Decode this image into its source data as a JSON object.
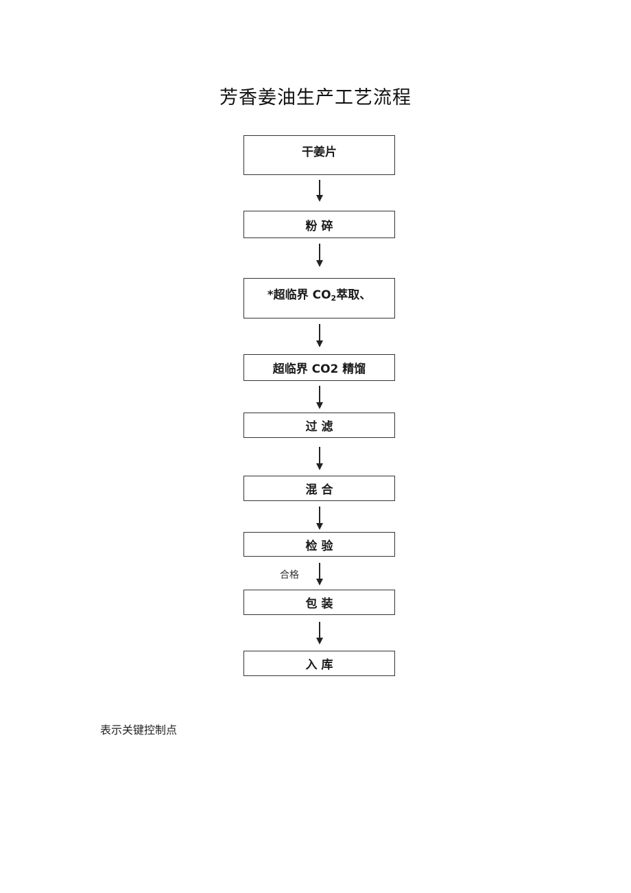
{
  "title": "芳香姜油生产工艺流程",
  "steps": [
    {
      "label": "干姜片"
    },
    {
      "label": "粉 碎"
    },
    {
      "label_prefix": "*超临界 CO",
      "label_sub": "2",
      "label_suffix": "萃取、"
    },
    {
      "label": "超临界 CO2 精馏"
    },
    {
      "label": "过 滤"
    },
    {
      "label": "混 合"
    },
    {
      "label": "检 验"
    },
    {
      "label": "包 装"
    },
    {
      "label": "入 库"
    }
  ],
  "arrow_labels": {
    "inspection_to_packaging": "合格"
  },
  "legend": "表示关键控制点"
}
